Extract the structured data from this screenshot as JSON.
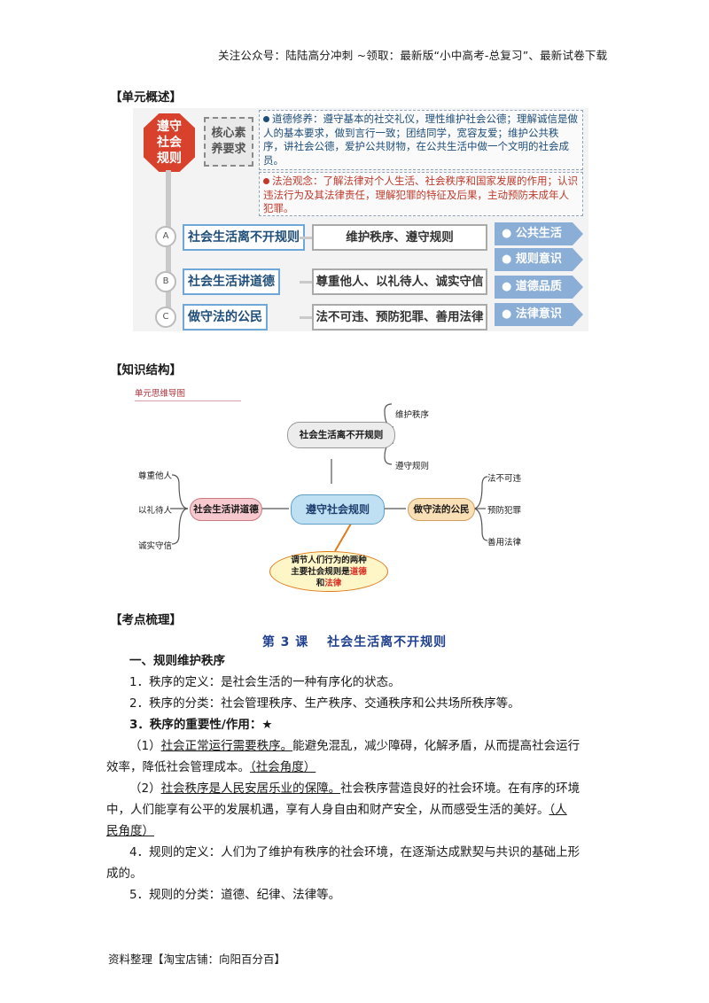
{
  "header": {
    "note": "关注公众号：陆陆高分冲刺  ~领取：最新版“小中高考-总复习”、最新试卷下载"
  },
  "sections": {
    "overview": "【单元概述】",
    "structure": "【知识结构】",
    "points": "【考点梳理】"
  },
  "overview": {
    "octagon": [
      "遵守",
      "社会",
      "规则"
    ],
    "core_box": [
      "核心素",
      "养要求"
    ],
    "literacy": [
      {
        "text": "道德修养：遵守基本的社交礼仪，理性维护社会公德；理解诚信是做人的基本要求，做到言行一致；团结同学，宽容友爱；维护公共秩序，讲社会公德，爱护公共财物，在公共生活中做一个文明的社会成员。",
        "color": "#1f4e79"
      },
      {
        "text": "法治观念：了解法律对个人生活、社会秩序和国家发展的作用；认识违法行为及其法律责任，理解犯罪的特征及后果，主动预防未成年人犯罪。",
        "color": "#c0392b"
      }
    ],
    "rows": [
      {
        "marker": "A",
        "title": "社会生活离不开规则",
        "desc": "维护秩序、遵守规则",
        "tag": "公共生活"
      },
      {
        "marker": "B",
        "title": "社会生活讲道德",
        "desc": "尊重他人、以礼待人、诚实守信",
        "tag": "规则意识"
      },
      {
        "marker": "C",
        "title": "做守法的公民",
        "desc": "法不可违、预防犯罪、善用法律",
        "tag": "道德品质"
      }
    ],
    "extra_tag": "法律意识"
  },
  "mindmap": {
    "heading": "单元思维导图",
    "center": "遵守社会规则",
    "top_node": "社会生活离不开规则",
    "top_leaves": [
      "维护秩序",
      "遵守规则"
    ],
    "left_node": "社会生活讲道德",
    "left_leaves": [
      "尊重他人",
      "以礼待人",
      "诚实守信"
    ],
    "right_node": "做守法的公民",
    "right_leaves": [
      "法不可违",
      "预防犯罪",
      "善用法律"
    ],
    "callout": {
      "line1": "调节人们行为的两种",
      "line2": "主要社会规则是",
      "red1": "道德",
      "line3": "和",
      "red2": "法律"
    }
  },
  "lesson": {
    "title": "第 3 课　 社会生活离不开规则",
    "h1": "一、规则维护秩序",
    "l1": "1．秩序的定义：是社会生活的一种有序化的状态。",
    "l2": "2．秩序的分类：社会管理秩序、生产秩序、交通秩序和公共场所秩序等。",
    "l3": "3．秩序的重要性/作用：★",
    "p1_u": "社会正常运行需要秩序。",
    "p1_a": "（1）",
    "p1_b": "能避免混乱，减少障碍，化解矛盾，从而提高社会运行",
    "p1_c": "效率，降低社会管理成本。",
    "p1_tag": "（社会角度）",
    "p2_a": "（2）",
    "p2_u": "社会秩序是人民安居乐业的保障。",
    "p2_b": "社会秩序营造良好的社会环境。在有序的环境",
    "p2_c": "中，人们能享有公平的发展机遇，享有人身自由和财产安全，从而感受生活的美好。",
    "p2_tag1": "（人",
    "p2_tag2": "民角度）",
    "l4a": "4．规则的定义：人们为了维护有秩序的社会环境，在逐渐达成默契与共识的基础上形",
    "l4b": "成的。",
    "l5": "5．规则的分类：道德、纪律、法律等。"
  },
  "footer": "资料整理【淘宝店铺：向阳百分百】"
}
